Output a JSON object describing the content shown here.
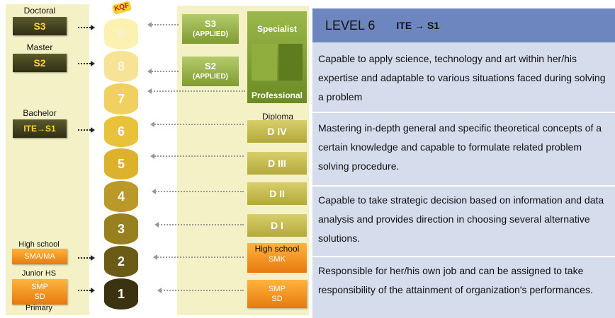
{
  "left": {
    "doctoral_caption": "Doctoral",
    "s3": "S3",
    "master_caption": "Master",
    "s2": "S2",
    "bachelor_caption": "Bachelor",
    "s1": "ITE→S1",
    "highschool_caption": "High school",
    "sma": "SMA/MA",
    "juniorhs_caption": "Junior HS",
    "smp": "SMP",
    "sd": "SD",
    "primary_caption": "Primary"
  },
  "ladder": {
    "levels": [
      "1",
      "2",
      "3",
      "4",
      "5",
      "6",
      "7",
      "8",
      "9"
    ],
    "top_label": "KQF"
  },
  "middle": {
    "s3_applied": "S3",
    "s2_applied": "S2",
    "applied": "(APPLIED)",
    "specialist": "Specialist",
    "professional": "Professional",
    "diploma_caption": "Diploma",
    "d4": "D IV",
    "d3": "D III",
    "d2": "D II",
    "d1": "D I",
    "highschool_caption": "High school",
    "smk": "SMK",
    "smp": "SMP",
    "sd": "SD"
  },
  "right": {
    "level": "LEVEL 6",
    "path": "ITE → S1",
    "descriptions": [
      "Capable to apply science, technology and art within her/his expertise and adaptable to various situations faced during solving a problem",
      "Mastering in-depth general and specific theoretical concepts of a certain knowledge and capable to formulate related problem solving procedure.",
      "Capable to take strategic decision based on information and data analysis and provides direction in choosing several alternative solutions.",
      "Responsible for her/his own job and can be assigned to take responsibility of the attainment of organization's performances."
    ]
  },
  "colors": {
    "panel": "#f4f1c6",
    "header": "#6d86bf",
    "body": "#d5dcec",
    "orange": "#ef8a1c",
    "green": "#8aa83c",
    "dark": "#3f3f1e"
  }
}
